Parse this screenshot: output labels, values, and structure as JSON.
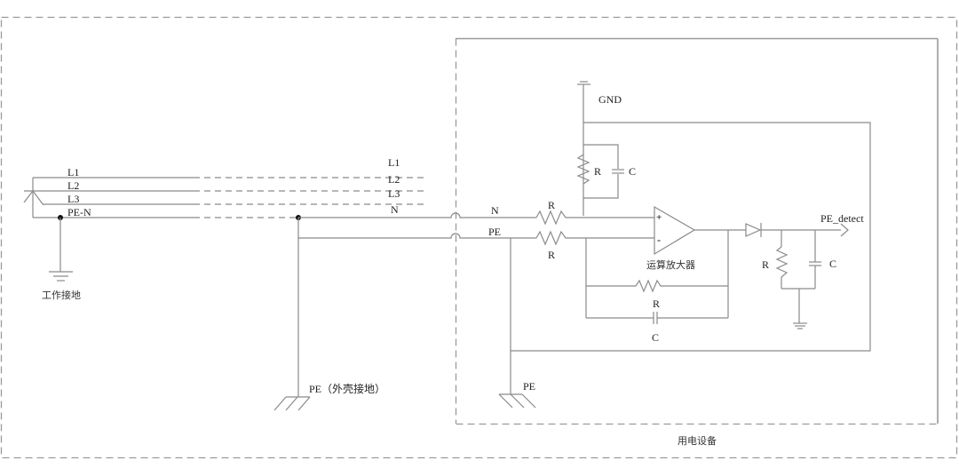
{
  "diagram": {
    "type": "circuit-schematic",
    "labels": {
      "source_L1": "L1",
      "source_L2": "L2",
      "source_L3": "L3",
      "source_PEN": "PE-N",
      "work_ground": "工作接地",
      "mid_L1": "L1",
      "mid_L2": "L2",
      "mid_L3": "L3",
      "mid_N": "N",
      "dev_N": "N",
      "dev_PE": "PE",
      "gnd": "GND",
      "r_gnd": "R",
      "c_gnd": "C",
      "r_in_n": "R",
      "r_in_pe": "R",
      "opamp_plus": "+",
      "opamp_minus": "-",
      "opamp": "运算放大器",
      "r_fb": "R",
      "c_fb": "C",
      "out": "PE_detect",
      "r_out": "R",
      "c_out": "C",
      "pe_chassis": "PE（外壳接地）",
      "pe_device": "PE",
      "device": "用电设备"
    }
  }
}
